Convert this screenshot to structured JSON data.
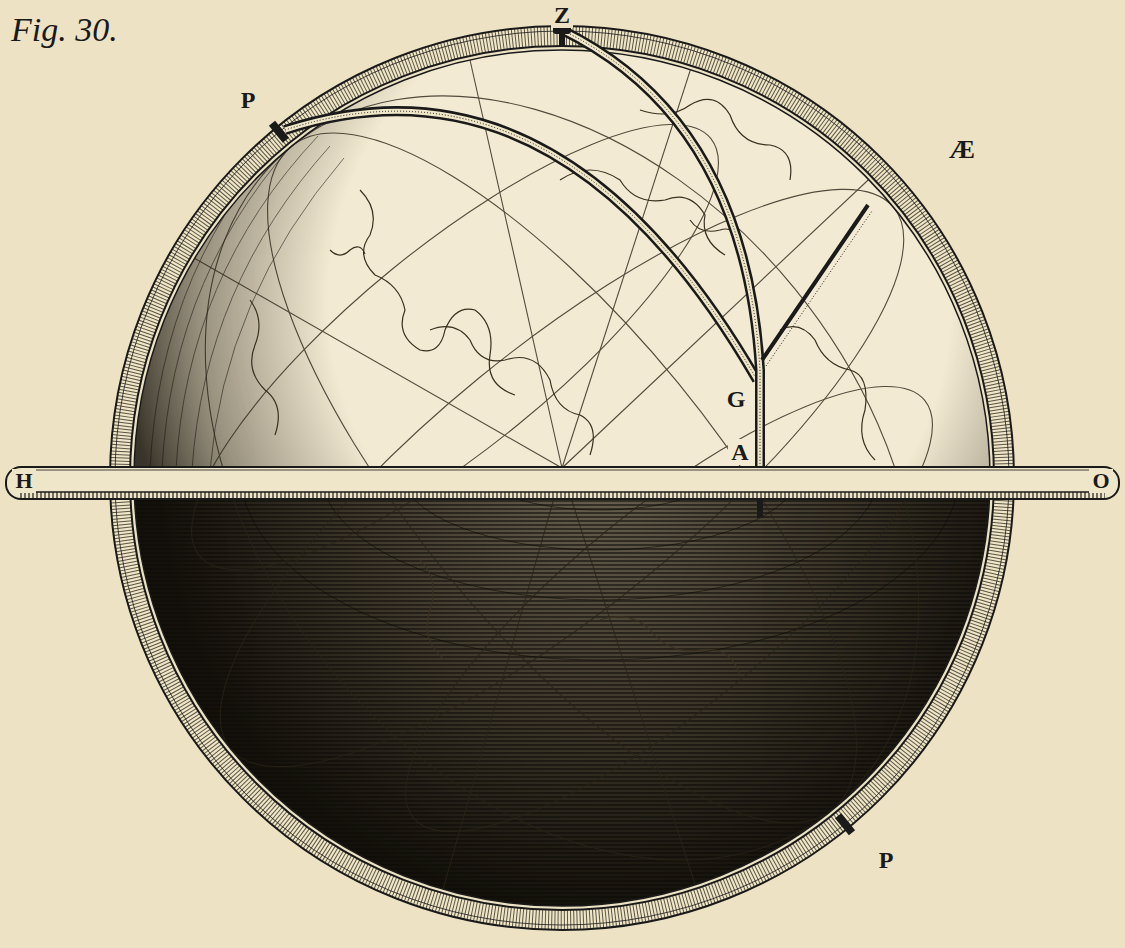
{
  "diagram": {
    "labels": [
      "Fig. 30.",
      "Z",
      "P",
      "Æ",
      "G",
      "A",
      "H",
      "O",
      "P"
    ]
  }
}
